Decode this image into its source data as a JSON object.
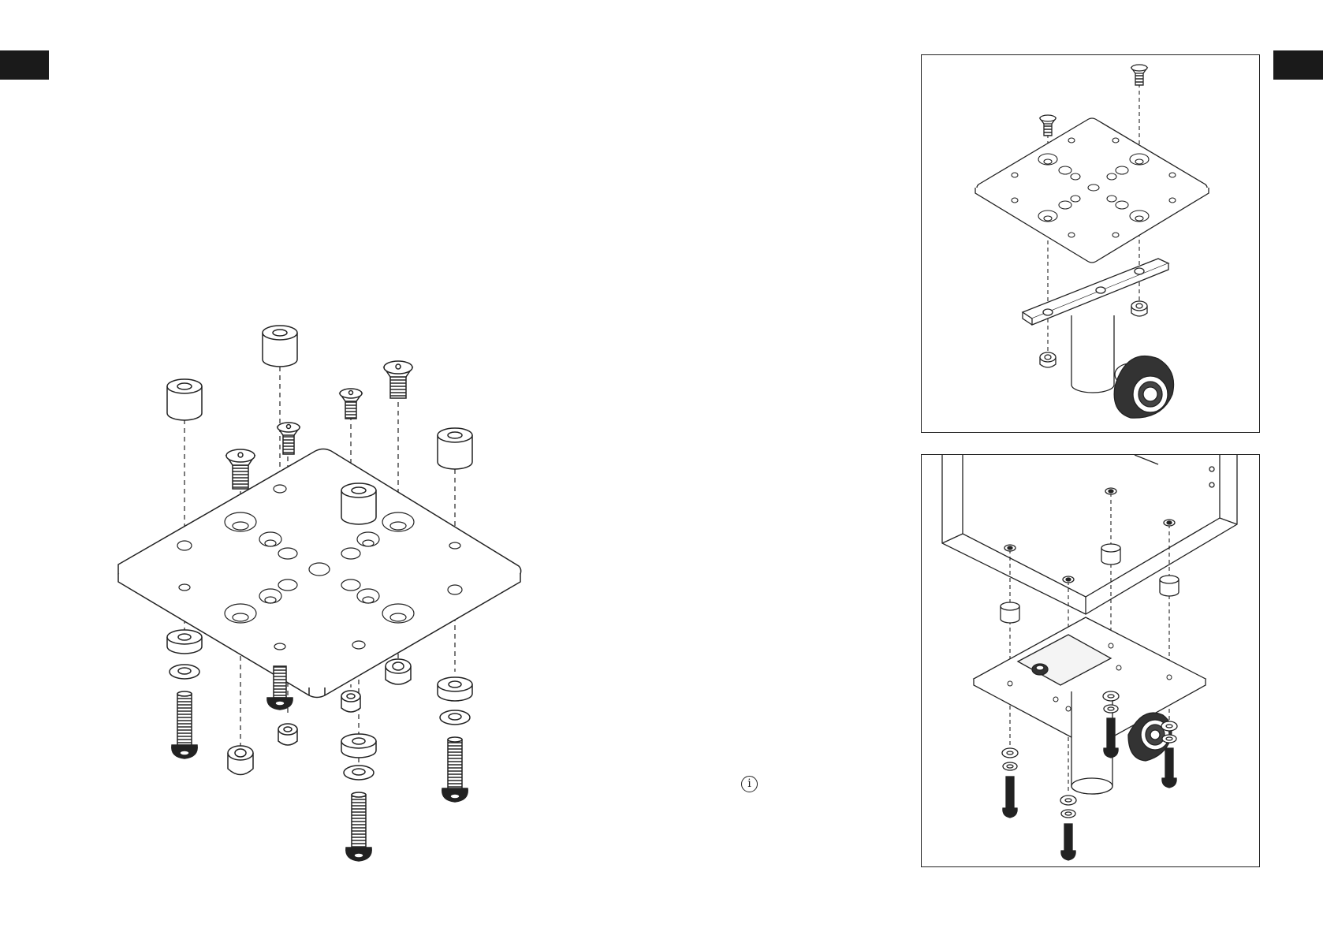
{
  "page": {
    "left_tab": "",
    "right_tab": ""
  },
  "info_note": {
    "icon": "info-icon",
    "glyph": "i"
  },
  "panels": {
    "top": {
      "name": "assembly-step-plate-to-clamp"
    },
    "bottom": {
      "name": "assembly-step-mount-to-enclosure"
    }
  },
  "colors": {
    "line": "#222222",
    "tab": "#1a1a1a",
    "fill": "#ffffff",
    "hardware_dark": "#222222",
    "thread": "#444444"
  }
}
